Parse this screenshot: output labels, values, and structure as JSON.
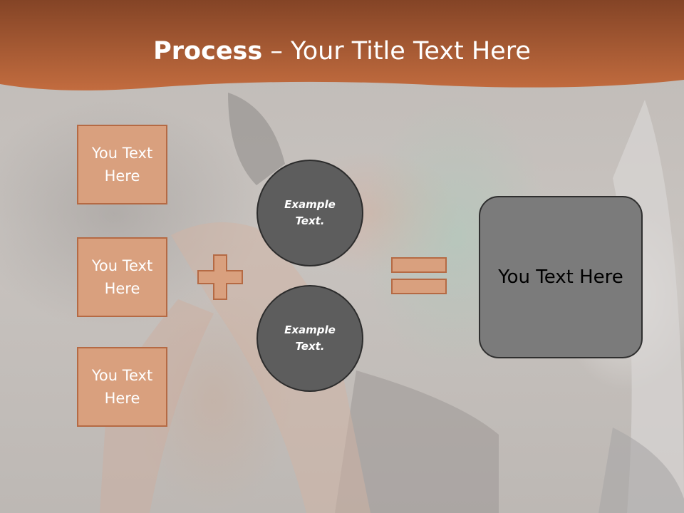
{
  "slide": {
    "title_bold": "Process",
    "title_rest": " – Your Title Text Here",
    "inputs": [
      {
        "line1": "You Text",
        "line2": "Here"
      },
      {
        "line1": "You Text",
        "line2": "Here"
      },
      {
        "line1": "You Text",
        "line2": "Here"
      }
    ],
    "circles": [
      {
        "line1": "Example",
        "line2": "Text."
      },
      {
        "line1": "Example",
        "line2": "Text."
      }
    ],
    "result": "You Text Here",
    "operators": [
      "plus-icon",
      "equals-icon"
    ]
  },
  "colors": {
    "header_dark": "#8a4a2e",
    "header_light": "#c06a3e",
    "box_fill": "#d9a07e",
    "box_border": "#b56a44",
    "circle_fill": "#5d5d5d",
    "result_fill": "#7b7b7b"
  }
}
